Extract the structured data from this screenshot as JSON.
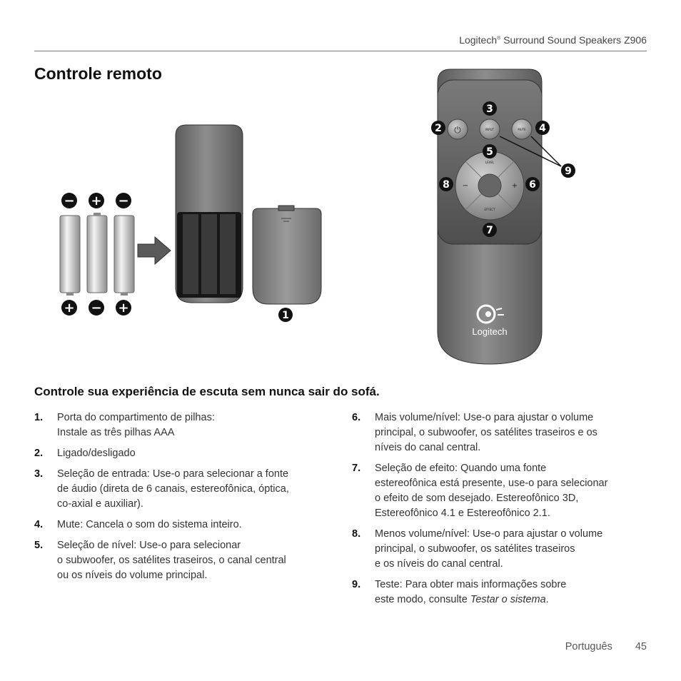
{
  "header": {
    "brand": "Logitech",
    "reg": "®",
    "product": "Surround Sound Speakers Z906"
  },
  "title": "Controle remoto",
  "figure": {
    "battery_top_signs": [
      "−",
      "+",
      "−"
    ],
    "battery_bottom_signs": [
      "+",
      "−",
      "+"
    ],
    "remote_buttons": {
      "input": "INPUT",
      "mute": "MUTE",
      "level": "LEVEL",
      "effect": "EFFECT",
      "minus": "−",
      "plus": "+",
      "power": "⏻"
    },
    "logo": "Logitech",
    "callouts": [
      "1",
      "2",
      "3",
      "4",
      "5",
      "6",
      "7",
      "8",
      "9"
    ]
  },
  "subtitle": "Controle sua experiência de escuta sem nunca sair do sofá.",
  "left_items": [
    {
      "num": "1.",
      "lines": [
        "Porta do compartimento de pilhas:",
        "Instale as três pilhas AAA"
      ]
    },
    {
      "num": "2.",
      "lines": [
        "Ligado/desligado"
      ]
    },
    {
      "num": "3.",
      "lines": [
        "Seleção de entrada: Use-o para selecionar a fonte",
        "de áudio (direta de 6 canais, estereofônica, óptica,",
        "co-axial e auxiliar)."
      ]
    },
    {
      "num": "4.",
      "lines": [
        "Mute: Cancela o som do sistema inteiro."
      ]
    },
    {
      "num": "5.",
      "lines": [
        "Seleção de nível: Use-o para selecionar",
        "o subwoofer, os satélites traseiros, o canal central",
        "ou os níveis do volume principal."
      ]
    }
  ],
  "right_items": [
    {
      "num": "6.",
      "lines": [
        "Mais volume/nível: Use-o para ajustar o volume",
        "principal, o subwoofer, os satélites traseiros e os",
        "níveis do canal central."
      ]
    },
    {
      "num": "7.",
      "lines": [
        "Seleção de efeito: Quando uma fonte",
        "estereofônica está presente, use-o para selecionar",
        "o efeito de som desejado. Estereofônico 3D,",
        "Estereofônico 4.1 e Estereofônico 2.1."
      ]
    },
    {
      "num": "8.",
      "lines": [
        "Menos volume/nível: Use-o para ajustar o volume",
        "principal, o subwoofer, os satélites traseiros",
        "e os níveis do canal central."
      ]
    }
  ],
  "item9": {
    "num": "9.",
    "line1": "Teste: Para obter mais informações sobre",
    "line2_prefix": "este modo, consulte ",
    "line2_italic": "Testar o sistema",
    "line2_suffix": "."
  },
  "footer": {
    "language": "Português",
    "page": "45"
  }
}
